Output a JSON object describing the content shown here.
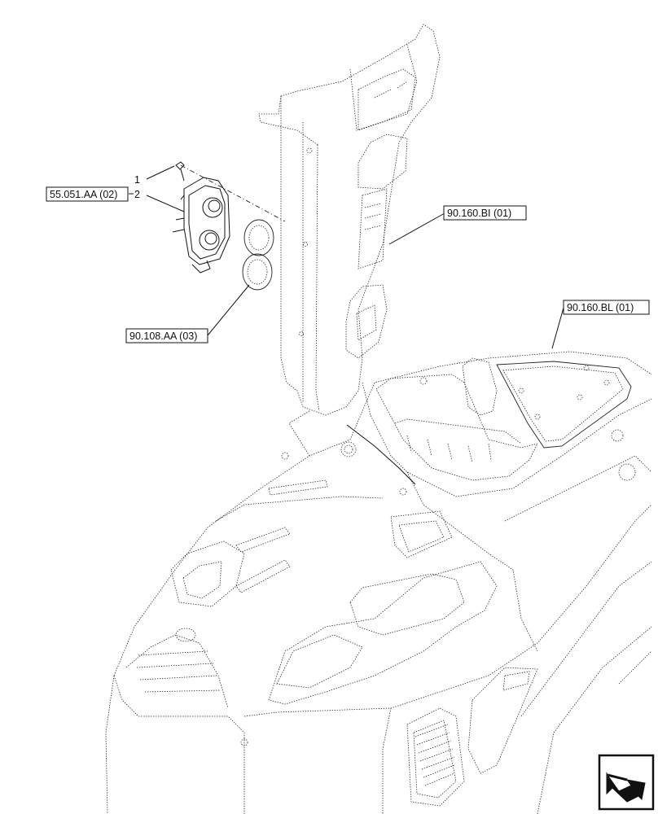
{
  "callouts": {
    "item_1": "1",
    "item_2": "2",
    "ref_55051": "55.051.AA (02)",
    "ref_90108": "90.108.AA (03)",
    "ref_90160bi": "90.160.BI (01)",
    "ref_90160bl": "90.160.BL (01)"
  },
  "icons": {
    "nav": "arrow-icon"
  }
}
